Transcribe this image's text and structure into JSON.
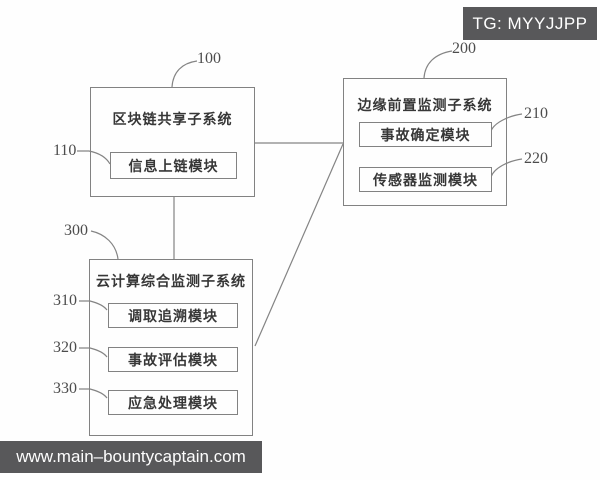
{
  "figure": {
    "tg_badge": "TG: MYYJJPP",
    "website": "www.main–bountycaptain.com"
  },
  "colors": {
    "overlay_bg": "#58585a",
    "overlay_text": "#ffffff",
    "line": "#848484",
    "text": "#3a3a3a"
  },
  "diagram": {
    "blocks": [
      {
        "ref": "100",
        "title": "区块链共享子系统",
        "modules": [
          {
            "ref": "110",
            "label": "信息上链模块"
          }
        ]
      },
      {
        "ref": "200",
        "title": "边缘前置监测子系统",
        "modules": [
          {
            "ref": "210",
            "label": "事故确定模块"
          },
          {
            "ref": "220",
            "label": "传感器监测模块"
          }
        ]
      },
      {
        "ref": "300",
        "title": "云计算综合监测子系统",
        "modules": [
          {
            "ref": "310",
            "label": "调取追溯模块"
          },
          {
            "ref": "320",
            "label": "事故评估模块"
          },
          {
            "ref": "330",
            "label": "应急处理模块"
          }
        ]
      }
    ]
  }
}
